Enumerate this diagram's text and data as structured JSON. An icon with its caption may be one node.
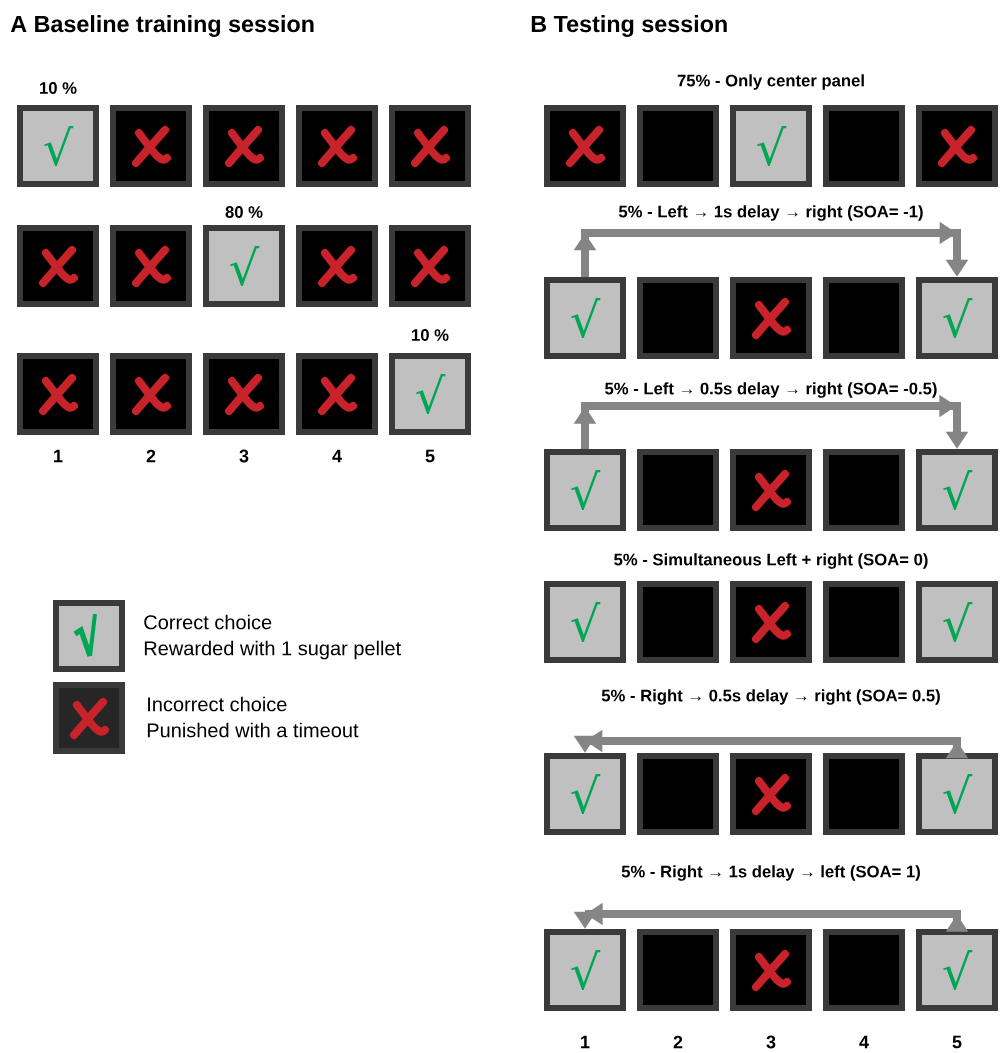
{
  "diagram": {
    "nodes": [
      {
        "text": [
          "√"
        ]
      },
      {
        "text": [],
        "shape": "box"
      },
      {
        "text": [],
        "shape": "box"
      },
      {
        "text": [],
        "shape": "box"
      },
      {
        "text": [],
        "shape": "box"
      },
      {
        "text": [],
        "shape": "box"
      },
      {
        "text": [],
        "shape": "box"
      },
      {
        "text": [
          "√"
        ]
      },
      {
        "text": [],
        "shape": "box"
      },
      {
        "text": [],
        "shape": "box"
      },
      {
        "text": [],
        "shape": "box"
      },
      {
        "text": [],
        "shape": "box"
      },
      {
        "text": [],
        "shape": "box"
      },
      {
        "text": [],
        "shape": "box"
      },
      {
        "text": [
          "√"
        ]
      },
      {
        "text": [],
        "shape": "box"
      },
      {
        "text": [],
        "shape": "box"
      },
      {
        "text": [
          "√"
        ]
      },
      {
        "text": [],
        "shape": "box"
      },
      {
        "text": [],
        "shape": "box"
      },
      {
        "text": [
          "√"
        ]
      },
      {
        "text": [],
        "shape": "box"
      },
      {
        "text": [],
        "shape": "box"
      },
      {
        "text": [],
        "shape": "box"
      },
      {
        "text": [
          "√"
        ]
      },
      {
        "text": [
          "√"
        ]
      },
      {
        "text": [],
        "shape": "box"
      },
      {
        "text": [],
        "shape": "box"
      },
      {
        "text": [],
        "shape": "box"
      },
      {
        "text": [
          "√"
        ]
      },
      {
        "text": [
          "√"
        ]
      },
      {
        "text": [],
        "shape": "box"
      },
      {
        "text": [],
        "shape": "box"
      },
      {
        "text": [],
        "shape": "box"
      },
      {
        "text": [
          "√"
        ]
      },
      {
        "text": [
          "√"
        ]
      },
      {
        "text": [],
        "shape": "box"
      },
      {
        "text": [],
        "shape": "box"
      },
      {
        "text": [],
        "shape": "box"
      },
      {
        "text": [
          "√"
        ]
      },
      {
        "text": [
          "√"
        ]
      },
      {
        "text": [],
        "shape": "box"
      },
      {
        "text": [],
        "shape": "box"
      },
      {
        "text": [],
        "shape": "box"
      },
      {
        "text": [
          "√"
        ]
      }
    ],
    "edges": [
      {
        "from": 20,
        "to": 24,
        "arrow": "to"
      },
      {
        "from": 25,
        "to": 29,
        "arrow": "to"
      },
      {
        "from": 39,
        "to": 35,
        "arrow": "to"
      },
      {
        "from": 44,
        "to": 40,
        "arrow": "to"
      }
    ],
    "labels": [
      "A Baseline training session",
      "B Testing session",
      "10 %",
      "80 %",
      "10 %",
      "1",
      "2",
      "3",
      "4",
      "5",
      "75% - Only center panel",
      "5% - Left → 1s delay → right (SOA= -1)",
      "5% - Left → 0.5s delay → right (SOA= -0.5)",
      "5% - Simultaneous Left + right (SOA= 0)",
      "5% - Right → 0.5s delay → right (SOA= 0.5)",
      "5% - Right → 1s delay → left (SOA= 1)",
      "1",
      "2",
      "3",
      "4",
      "5"
    ],
    "legend": [
      {
        "text": "Correct choice"
      },
      {
        "text": "Rewarded with 1 sugar pellet"
      },
      {
        "text": "Incorrect choice"
      },
      {
        "text": "Punished with a timeout"
      }
    ]
  }
}
